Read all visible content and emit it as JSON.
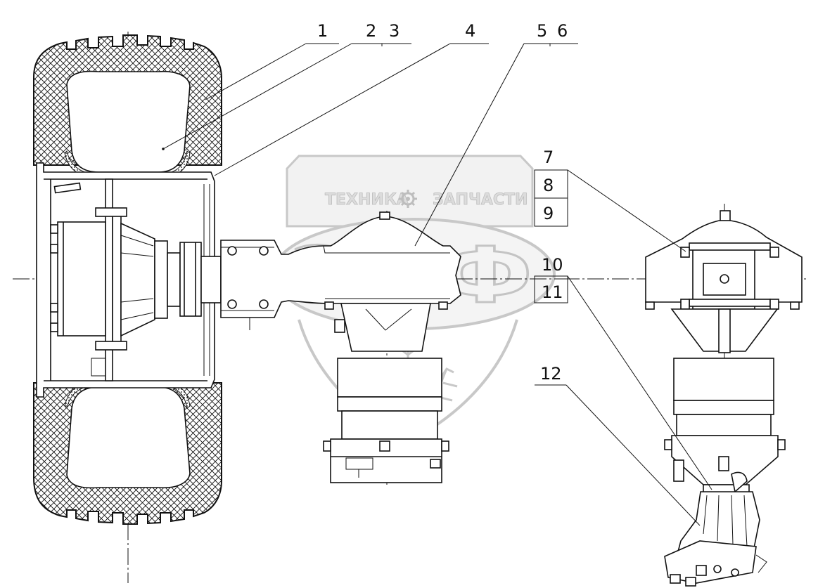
{
  "drawing": {
    "callouts": {
      "c1": "1",
      "c2": "2",
      "c3": "3",
      "c4": "4",
      "c5": "5",
      "c6": "6",
      "c7": "7",
      "c8": "8",
      "c9": "9",
      "c10": "10",
      "c11": "11",
      "c12": "12"
    },
    "watermark": {
      "left_text": "ТЕХНИКА",
      "right_text": "ЗАПЧАСТИ",
      "logo": "ЭПФ",
      "gear_icon": "gear-icon"
    }
  }
}
